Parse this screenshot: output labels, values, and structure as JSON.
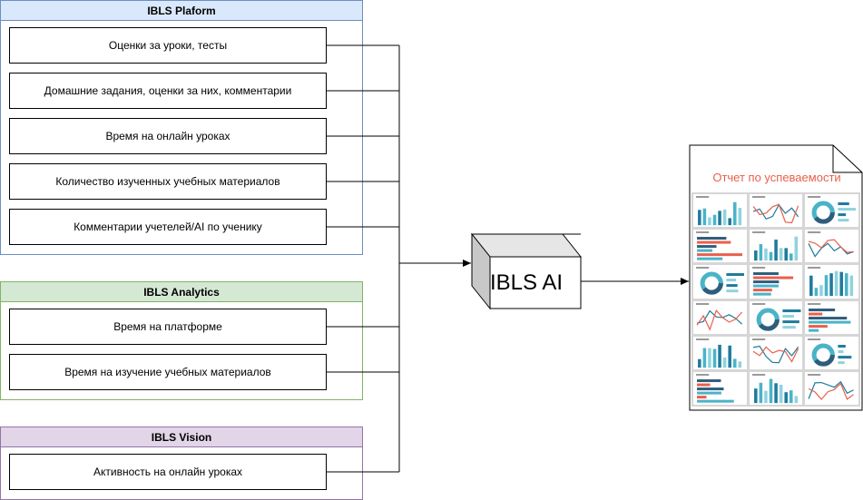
{
  "groups": [
    {
      "title": "IBLS Plaform",
      "items": [
        "Оценки за уроки, тесты",
        "Домашние задания, оценки за них, комментарии",
        "Время на онлайн уроках",
        "Количество изученных учебных материалов",
        "Комментарии учетелей/AI по ученику"
      ]
    },
    {
      "title": "IBLS Analytics",
      "items": [
        "Время на платформе",
        "Время на изучение учебных материалов"
      ]
    },
    {
      "title": "IBLS Vision",
      "items": [
        "Активность на онлайн уроках"
      ]
    }
  ],
  "ai_box": {
    "label": "IBLS AI"
  },
  "report": {
    "title": "Отчет по успеваемости",
    "title_color": "#e8604c",
    "accent_colors": [
      "#1f7a9c",
      "#4bb3c8",
      "#e8604c",
      "#8fd3de",
      "#2f5d7c"
    ]
  }
}
